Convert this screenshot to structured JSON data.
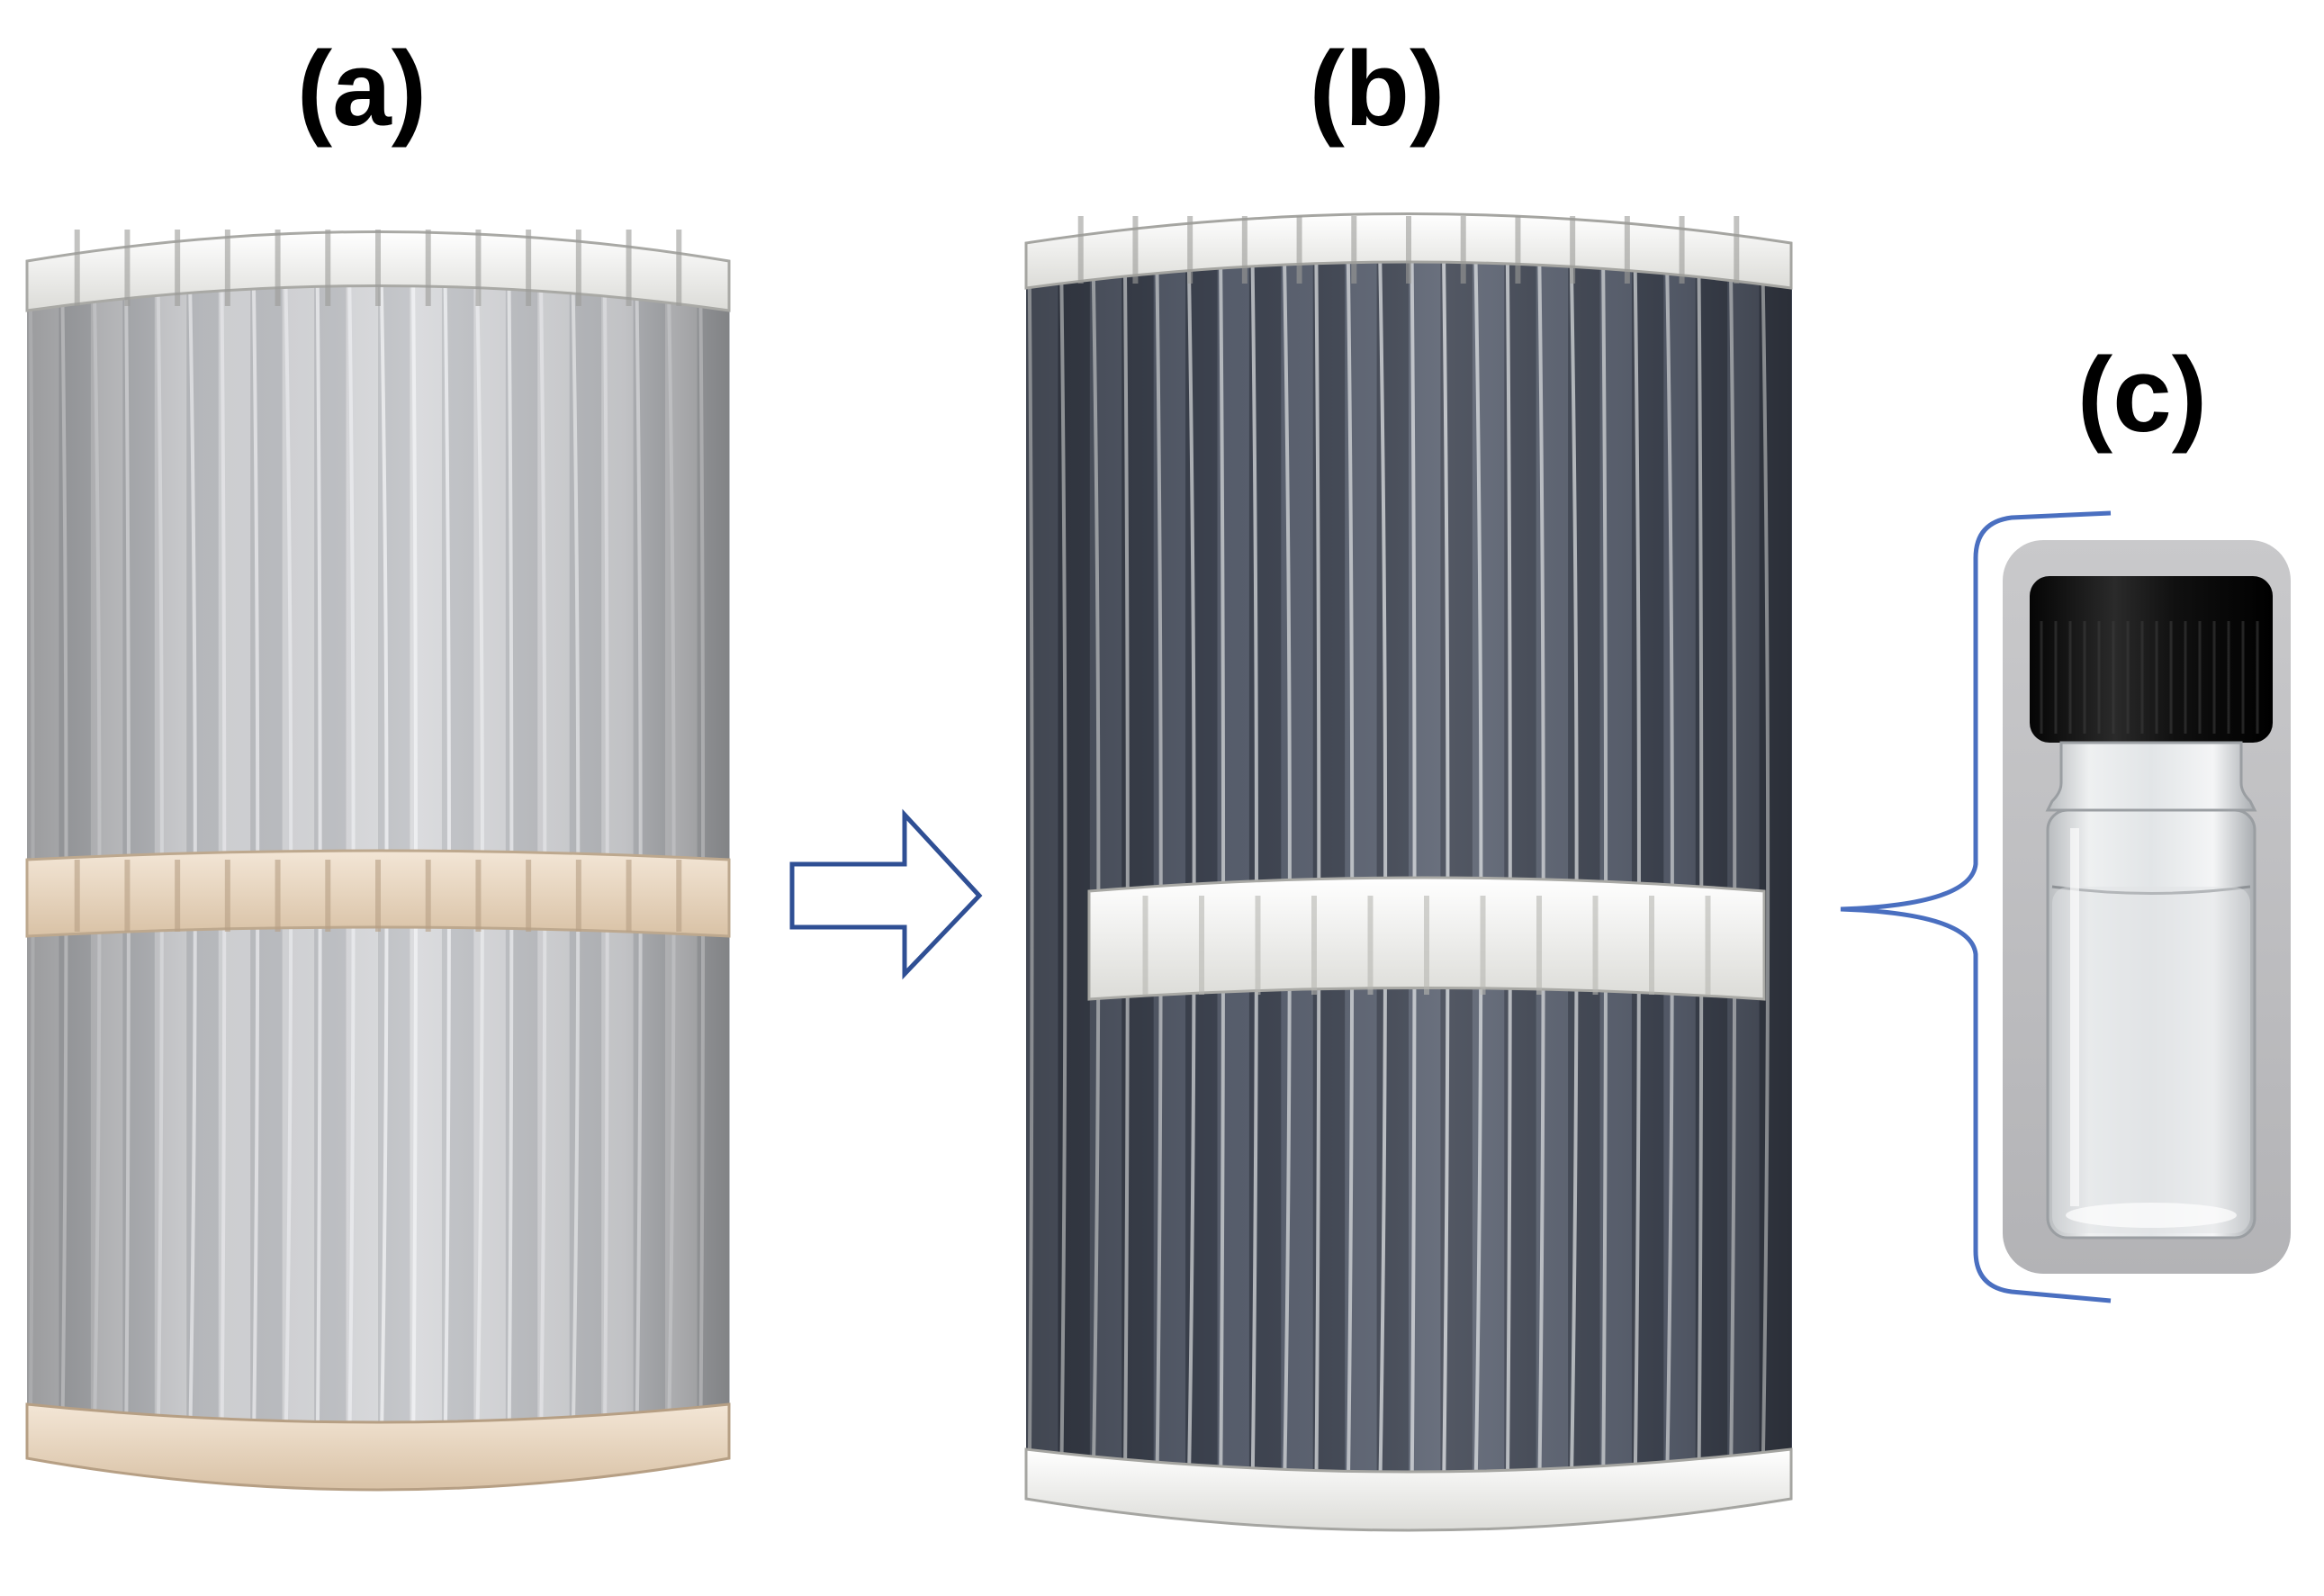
{
  "panels": {
    "a": {
      "label": "(a)"
    },
    "b": {
      "label": "(b)"
    },
    "c": {
      "label": "(c)"
    }
  },
  "colors": {
    "arrow": "#2f4f94",
    "bracket": "#4a6fc0",
    "filter_pleat_light": "#d4d5d8",
    "filter_pleat_dark": "#3c4350",
    "ring_white": "#f4f4f2",
    "ring_beige": "#e6d3bd",
    "vial_cap": "#141414"
  }
}
